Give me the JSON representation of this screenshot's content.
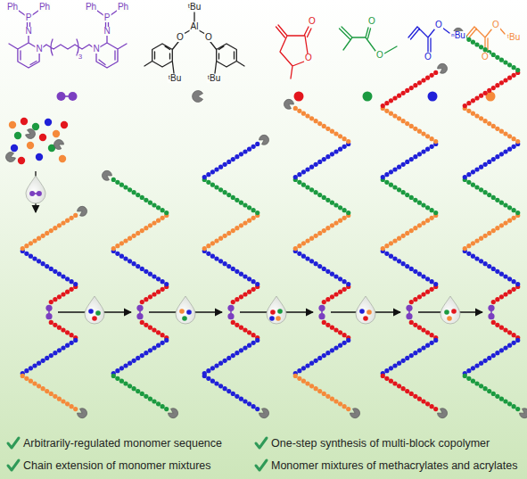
{
  "diagram": {
    "labels": [
      "Ph",
      "P",
      "Ph",
      "N",
      "N",
      "3",
      "N",
      "N",
      "P",
      "Ph",
      "Ph",
      "ᵗBu",
      "Al",
      "O",
      "O",
      "ᵗBu",
      "ᵗBu",
      "O",
      "O",
      "O",
      "O",
      "O",
      "O",
      "ⁿBu",
      "O",
      "O",
      "ᵗBu",
      "Arbitrarily-regulated monomer sequence",
      "One-step synthesis of multi-block copolymer",
      "Chain extension of monomer mixtures",
      "Monomer mixtures of methacrylates and acrylates"
    ]
  }
}
